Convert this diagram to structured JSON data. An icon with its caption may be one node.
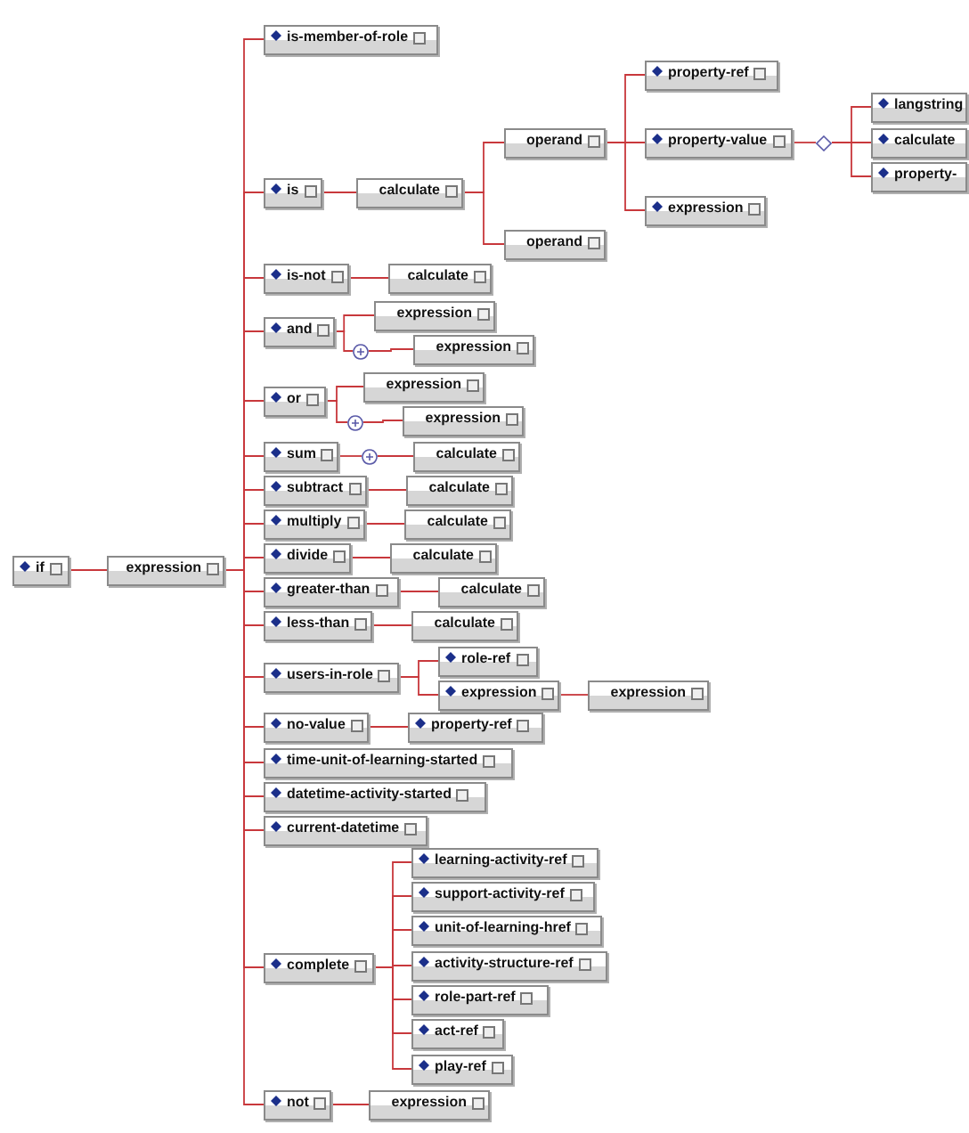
{
  "diagram": {
    "nodes": [
      {
        "text": [
          "if"
        ]
      },
      {
        "text": [
          "expression"
        ]
      },
      {
        "text": [
          "is-member-of-role"
        ]
      },
      {
        "text": [
          "is"
        ]
      },
      {
        "text": [
          "calculate"
        ]
      },
      {
        "text": [
          "operand"
        ]
      },
      {
        "text": [
          "property-ref"
        ]
      },
      {
        "text": [
          "property-value"
        ]
      },
      {
        "text": [],
        "shape": "diamond"
      },
      {
        "text": [
          "langstring"
        ]
      },
      {
        "text": [
          "calculate"
        ]
      },
      {
        "text": [
          "property-"
        ]
      },
      {
        "text": [
          "expression"
        ]
      },
      {
        "text": [
          "operand"
        ]
      },
      {
        "text": [
          "is-not"
        ]
      },
      {
        "text": [
          "calculate"
        ]
      },
      {
        "text": [
          "and"
        ]
      },
      {
        "text": [
          "expression"
        ]
      },
      {
        "text": [],
        "shape": "circle"
      },
      {
        "text": [
          "expression"
        ]
      },
      {
        "text": [
          "or"
        ]
      },
      {
        "text": [
          "expression"
        ]
      },
      {
        "text": [],
        "shape": "circle"
      },
      {
        "text": [
          "expression"
        ]
      },
      {
        "text": [
          "sum"
        ]
      },
      {
        "text": [],
        "shape": "circle"
      },
      {
        "text": [
          "calculate"
        ]
      },
      {
        "text": [
          "subtract"
        ]
      },
      {
        "text": [
          "calculate"
        ]
      },
      {
        "text": [
          "multiply"
        ]
      },
      {
        "text": [
          "calculate"
        ]
      },
      {
        "text": [
          "divide"
        ]
      },
      {
        "text": [
          "calculate"
        ]
      },
      {
        "text": [
          "greater-than"
        ]
      },
      {
        "text": [
          "calculate"
        ]
      },
      {
        "text": [
          "less-than"
        ]
      },
      {
        "text": [
          "calculate"
        ]
      },
      {
        "text": [
          "users-in-role"
        ]
      },
      {
        "text": [
          "role-ref"
        ]
      },
      {
        "text": [
          "expression"
        ]
      },
      {
        "text": [
          "expression"
        ]
      },
      {
        "text": [
          "no-value"
        ]
      },
      {
        "text": [
          "property-ref"
        ]
      },
      {
        "text": [
          "time-unit-of-learning-started"
        ]
      },
      {
        "text": [
          "datetime-activity-started"
        ]
      },
      {
        "text": [
          "current-datetime"
        ]
      },
      {
        "text": [
          "complete"
        ]
      },
      {
        "text": [
          "learning-activity-ref"
        ]
      },
      {
        "text": [
          "support-activity-ref"
        ]
      },
      {
        "text": [
          "unit-of-learning-href"
        ]
      },
      {
        "text": [
          "activity-structure-ref"
        ]
      },
      {
        "text": [
          "role-part-ref"
        ]
      },
      {
        "text": [
          "act-ref"
        ]
      },
      {
        "text": [
          "play-ref"
        ]
      },
      {
        "text": [
          "not"
        ]
      },
      {
        "text": [
          "expression"
        ]
      }
    ],
    "edges": [
      {
        "from": 0,
        "to": 1,
        "arrow": "none"
      },
      {
        "from": 1,
        "to": 2,
        "arrow": "none"
      },
      {
        "from": 1,
        "to": 3,
        "arrow": "none"
      },
      {
        "from": 3,
        "to": 4,
        "arrow": "none"
      },
      {
        "from": 4,
        "to": 5,
        "arrow": "none"
      },
      {
        "from": 5,
        "to": 6,
        "arrow": "none"
      },
      {
        "from": 5,
        "to": 7,
        "arrow": "none"
      },
      {
        "from": 7,
        "to": 8,
        "arrow": "none"
      },
      {
        "from": 8,
        "to": 9,
        "arrow": "none"
      },
      {
        "from": 8,
        "to": 10,
        "arrow": "none"
      },
      {
        "from": 8,
        "to": 11,
        "arrow": "none"
      },
      {
        "from": 5,
        "to": 12,
        "arrow": "none"
      },
      {
        "from": 4,
        "to": 13,
        "arrow": "none"
      },
      {
        "from": 1,
        "to": 14,
        "arrow": "none"
      },
      {
        "from": 14,
        "to": 15,
        "arrow": "none"
      },
      {
        "from": 1,
        "to": 16,
        "arrow": "none"
      },
      {
        "from": 16,
        "to": 17,
        "arrow": "none"
      },
      {
        "from": 16,
        "to": 18,
        "arrow": "none"
      },
      {
        "from": 18,
        "to": 19,
        "arrow": "none"
      },
      {
        "from": 1,
        "to": 20,
        "arrow": "none"
      },
      {
        "from": 20,
        "to": 21,
        "arrow": "none"
      },
      {
        "from": 20,
        "to": 22,
        "arrow": "none"
      },
      {
        "from": 22,
        "to": 23,
        "arrow": "none"
      },
      {
        "from": 1,
        "to": 24,
        "arrow": "none"
      },
      {
        "from": 24,
        "to": 25,
        "arrow": "none"
      },
      {
        "from": 25,
        "to": 26,
        "arrow": "none"
      },
      {
        "from": 1,
        "to": 27,
        "arrow": "none"
      },
      {
        "from": 27,
        "to": 28,
        "arrow": "none"
      },
      {
        "from": 1,
        "to": 29,
        "arrow": "none"
      },
      {
        "from": 29,
        "to": 30,
        "arrow": "none"
      },
      {
        "from": 1,
        "to": 31,
        "arrow": "none"
      },
      {
        "from": 31,
        "to": 32,
        "arrow": "none"
      },
      {
        "from": 1,
        "to": 33,
        "arrow": "none"
      },
      {
        "from": 33,
        "to": 34,
        "arrow": "none"
      },
      {
        "from": 1,
        "to": 35,
        "arrow": "none"
      },
      {
        "from": 35,
        "to": 36,
        "arrow": "none"
      },
      {
        "from": 1,
        "to": 37,
        "arrow": "none"
      },
      {
        "from": 37,
        "to": 38,
        "arrow": "none"
      },
      {
        "from": 37,
        "to": 39,
        "arrow": "none"
      },
      {
        "from": 39,
        "to": 40,
        "arrow": "none"
      },
      {
        "from": 1,
        "to": 41,
        "arrow": "none"
      },
      {
        "from": 41,
        "to": 42,
        "arrow": "none"
      },
      {
        "from": 1,
        "to": 43,
        "arrow": "none"
      },
      {
        "from": 1,
        "to": 44,
        "arrow": "none"
      },
      {
        "from": 1,
        "to": 45,
        "arrow": "none"
      },
      {
        "from": 1,
        "to": 46,
        "arrow": "none"
      },
      {
        "from": 46,
        "to": 47,
        "arrow": "none"
      },
      {
        "from": 46,
        "to": 48,
        "arrow": "none"
      },
      {
        "from": 46,
        "to": 49,
        "arrow": "none"
      },
      {
        "from": 46,
        "to": 50,
        "arrow": "none"
      },
      {
        "from": 46,
        "to": 51,
        "arrow": "none"
      },
      {
        "from": 46,
        "to": 52,
        "arrow": "none"
      },
      {
        "from": 46,
        "to": 53,
        "arrow": "none"
      },
      {
        "from": 1,
        "to": 54,
        "arrow": "none"
      },
      {
        "from": 54,
        "to": 55,
        "arrow": "none"
      }
    ]
  }
}
